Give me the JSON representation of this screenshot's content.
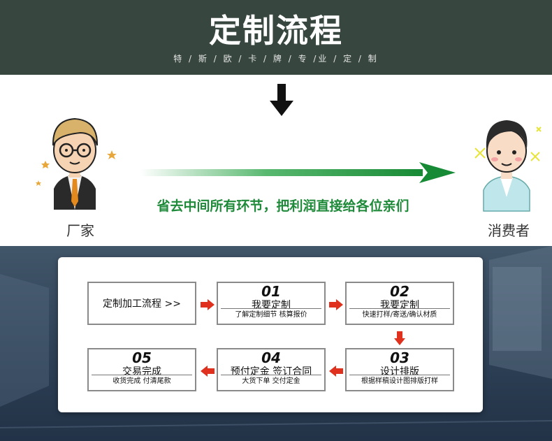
{
  "header": {
    "title": "定制流程",
    "subtitle": "特 / 斯 / 欧 / 卡 / 牌 / 专 /业 / 定 / 制"
  },
  "middle": {
    "left_person_label": "厂家",
    "right_person_label": "消费者",
    "slogan": "省去中间所有环节，把利润直接给各位亲们"
  },
  "process": {
    "start_label": "定制加工流程  >>",
    "steps": [
      {
        "num": "01",
        "name": "我要定制",
        "desc": "了解定制细节 核算报价"
      },
      {
        "num": "02",
        "name": "我要定制",
        "desc": "快速打样/寄送/确认材质"
      },
      {
        "num": "03",
        "name": "设计排版",
        "desc": "根据样稿设计图排版打样"
      },
      {
        "num": "04",
        "name": "预付定金 签订合同",
        "desc": "大货下单  交付定金"
      },
      {
        "num": "05",
        "name": "交易完成",
        "desc": "收货完成 付清尾款"
      }
    ]
  },
  "colors": {
    "header_bg": "#37463f",
    "slogan": "#1f8a3a",
    "arrow_red": "#e0301e",
    "bottom_bg": "#2f4257"
  }
}
